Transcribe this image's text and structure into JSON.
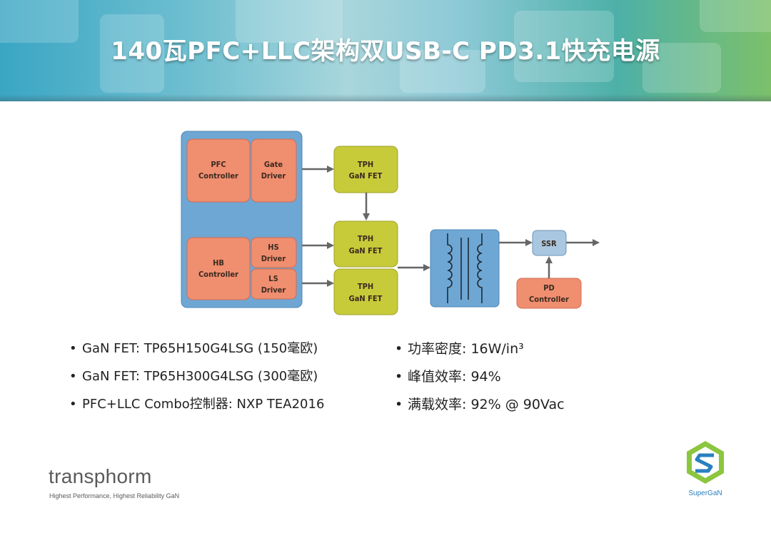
{
  "slide": {
    "title": "140瓦PFC+LLC架构双USB-C PD3.1快充电源"
  },
  "diagram": {
    "pfc_controller": [
      "PFC",
      "Controller"
    ],
    "gate_driver": [
      "Gate",
      "Driver"
    ],
    "hb_controller": [
      "HB",
      "Controller"
    ],
    "hs_driver": [
      "HS",
      "Driver"
    ],
    "ls_driver": [
      "LS",
      "Driver"
    ],
    "fet_top": [
      "TPH",
      "GaN FET"
    ],
    "fet_mid": [
      "TPH",
      "GaN FET"
    ],
    "fet_bottom": [
      "TPH",
      "GaN FET"
    ],
    "ssr": "SSR",
    "pd_controller": [
      "PD",
      "Controller"
    ],
    "colors": {
      "controller_container": "#6ea7d4",
      "controller_block": "#f08e70",
      "fet_block": "#c7cb3a",
      "transformer": "#6ea7d4",
      "ssr": "#a9c7e0",
      "arrow": "#666666"
    }
  },
  "specs_left": [
    "GaN FET: TP65H150G4LSG (150毫欧)",
    "GaN FET: TP65H300G4LSG (300毫欧)",
    "PFC+LLC Combo控制器: NXP TEA2016"
  ],
  "specs_right": [
    "功率密度: 16W/in³",
    "峰值效率:  94%",
    "满载效率: 92% @ 90Vac"
  ],
  "footer": {
    "brand": "transphorm",
    "tagline": "Highest Performance, Highest Reliability GaN",
    "logo_text": "SuperGaN"
  }
}
